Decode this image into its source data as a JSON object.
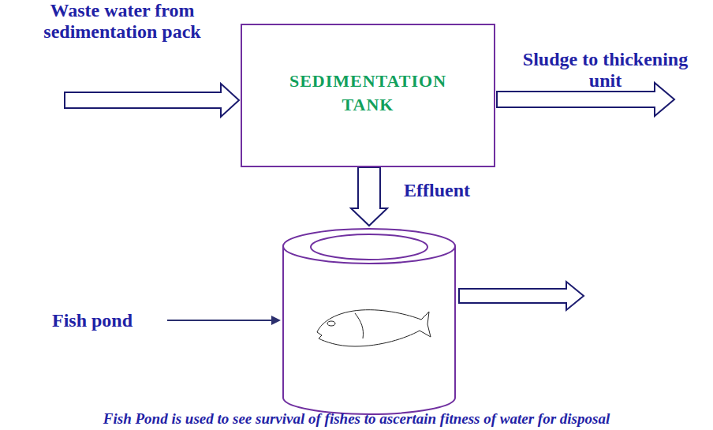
{
  "diagram": {
    "caption": "Fish Pond is used to see survival of fishes to ascertain fitness of water for disposal",
    "nodes": [
      {
        "text": [
          "SEDIMENTATION TANK"
        ]
      },
      {
        "text": [
          "Fish pond"
        ]
      }
    ],
    "edges": [
      {
        "from": 0,
        "to": 1,
        "label": "Effluent",
        "arrow": "to"
      }
    ],
    "labels": [
      "Waste water from sedimentation pack",
      "Sludge to thickening unit"
    ]
  }
}
